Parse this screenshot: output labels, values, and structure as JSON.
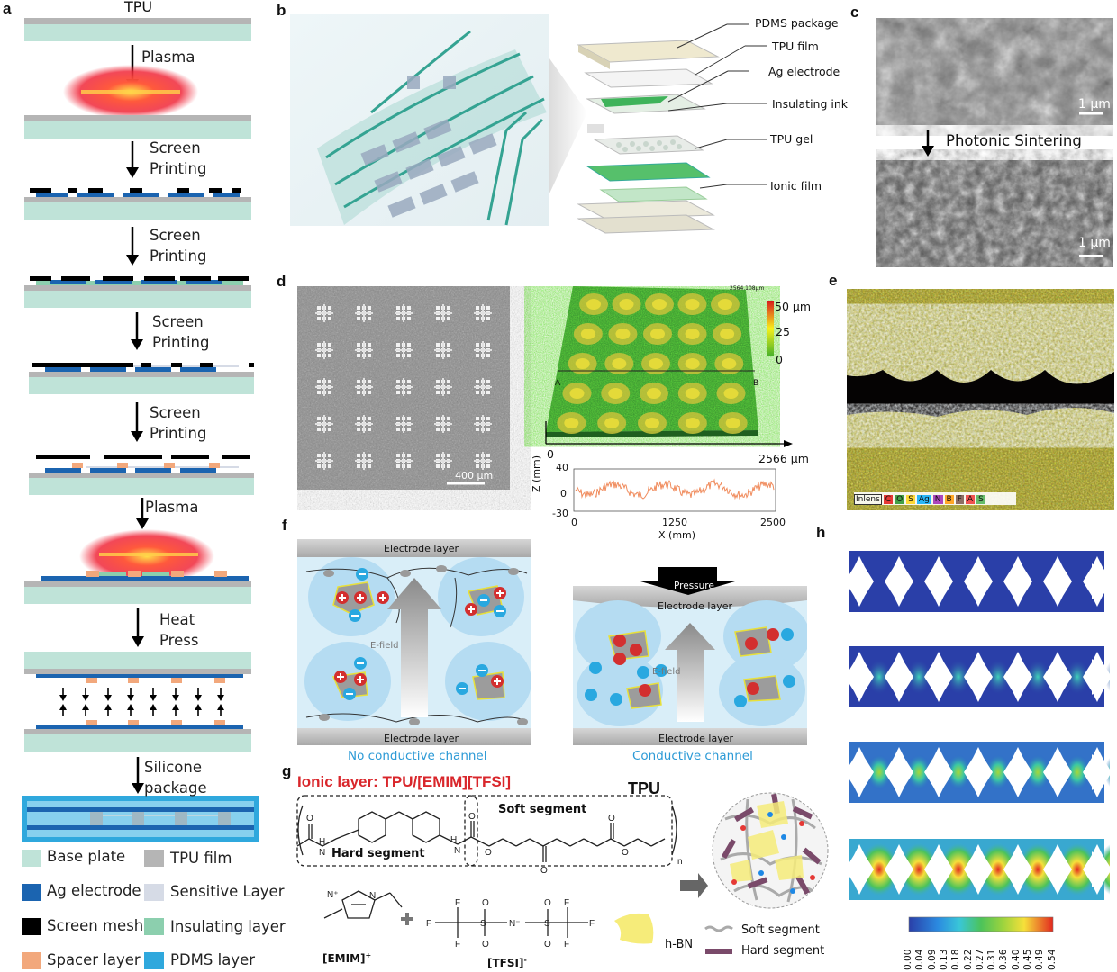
{
  "panels": {
    "a": "a",
    "b": "b",
    "c": "c",
    "d": "d",
    "e": "e",
    "f": "f",
    "g": "g",
    "h": "h"
  },
  "panel_a": {
    "top_label": "TPU",
    "steps": [
      "Plasma",
      "Screen\nPrinting",
      "Screen\nPrinting",
      "Screen\nPrinting",
      "Screen\nPrinting",
      "Plasma",
      "Heat\nPress",
      "Silicone\npackage"
    ],
    "legend": [
      {
        "label": "Base plate",
        "color": "#bfe3d8"
      },
      {
        "label": "TPU film",
        "color": "#b5b5b5"
      },
      {
        "label": "Ag electrode",
        "color": "#1b64b0"
      },
      {
        "label": "Sensitive Layer",
        "color": "#d6dbe6"
      },
      {
        "label": "Screen mesh",
        "color": "#000000"
      },
      {
        "label": "Insulating layer",
        "color": "#8ccfae"
      },
      {
        "label": "Spacer layer",
        "color": "#f2a87c"
      },
      {
        "label": "PDMS layer",
        "color": "#2fa8dd"
      }
    ]
  },
  "panel_b": {
    "layers": [
      "PDMS package",
      "TPU film",
      "Ag electrode",
      "Insulating ink",
      "TPU gel",
      "Ionic film"
    ]
  },
  "panel_c": {
    "scale_top": "1 μm",
    "scale_bottom": "1 μm",
    "process": "Photonic Sintering"
  },
  "panel_d": {
    "scale": "400 μm",
    "size_top": "2564.108μm",
    "colorbar": [
      "50 μm",
      "25",
      "0"
    ],
    "x_start": "0",
    "x_end": "2566 μm",
    "marker_a": "A",
    "marker_b": "B",
    "profile": {
      "ylabel": "Z (mm)",
      "xlabel": "X (mm)",
      "yticks": [
        "40",
        "0",
        "-30"
      ],
      "xticks": [
        "0",
        "1250",
        "2500"
      ]
    }
  },
  "panel_e": {
    "legend": [
      "Inlens",
      "C",
      "O",
      "S",
      "Ag",
      "N",
      "B",
      "F",
      "A",
      "S"
    ]
  },
  "panel_f": {
    "electrode_layer": "Electrode layer",
    "efield": "E-field",
    "pressure": "Pressure",
    "left_caption": "No conductive channel",
    "right_caption": "Conductive channel"
  },
  "panel_g": {
    "title": "Ionic layer: TPU/[EMIM][TFSI]",
    "tpu": "TPU",
    "hard_segment": "Hard segment",
    "soft_segment": "Soft segment",
    "n": "n",
    "emim": "[EMIM]",
    "emim_sup": "+",
    "tfsi": "[TFSI]",
    "tfsi_sup": "-",
    "hbn": "h-BN",
    "leg_soft": "Soft segment",
    "leg_hard": "Hard segment",
    "atoms": {
      "O": "O",
      "N": "N",
      "H": "H",
      "F": "F",
      "S": "S",
      "NS": "N⁻",
      "Np": "N⁺"
    }
  },
  "panel_h": {
    "ticks": [
      "0.00",
      "0.04",
      "0.09",
      "0.13",
      "0.18",
      "0.22",
      "0.27",
      "0.31",
      "0.36",
      "0.40",
      "0.45",
      "0.49",
      "0.54"
    ]
  },
  "colors": {
    "accent_red": "#d9262b",
    "caption_blue": "#2c9ad6",
    "fem_blue": "#2a3fa8"
  }
}
